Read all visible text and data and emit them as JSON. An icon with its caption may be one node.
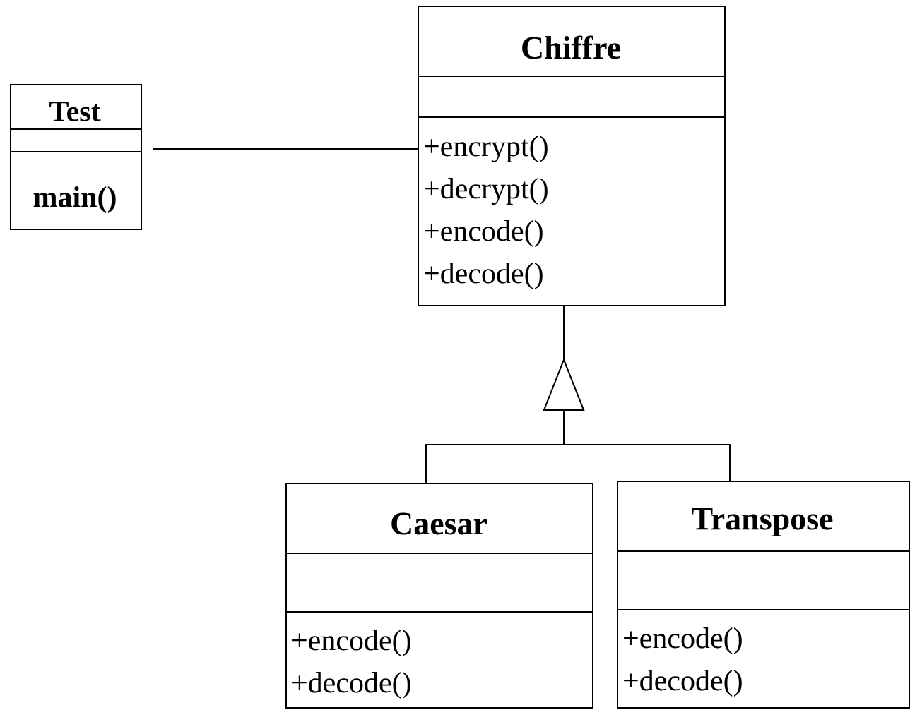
{
  "diagram": {
    "nodes": [
      {
        "text": [
          "Test",
          "main()"
        ]
      },
      {
        "text": [
          "Chiffre",
          "+encrypt()",
          "+decrypt()",
          "+encode()",
          "+decode()"
        ]
      },
      {
        "text": [
          "Caesar",
          "+encode()",
          "+decode()"
        ]
      },
      {
        "text": [
          "Transpose",
          "+encode()",
          "+decode()"
        ]
      }
    ],
    "edges": [
      {
        "from": 0,
        "to": 1,
        "arrow": "none"
      },
      {
        "from": 2,
        "to": 1,
        "arrow": "to"
      },
      {
        "from": 3,
        "to": 1,
        "arrow": "to"
      }
    ]
  }
}
